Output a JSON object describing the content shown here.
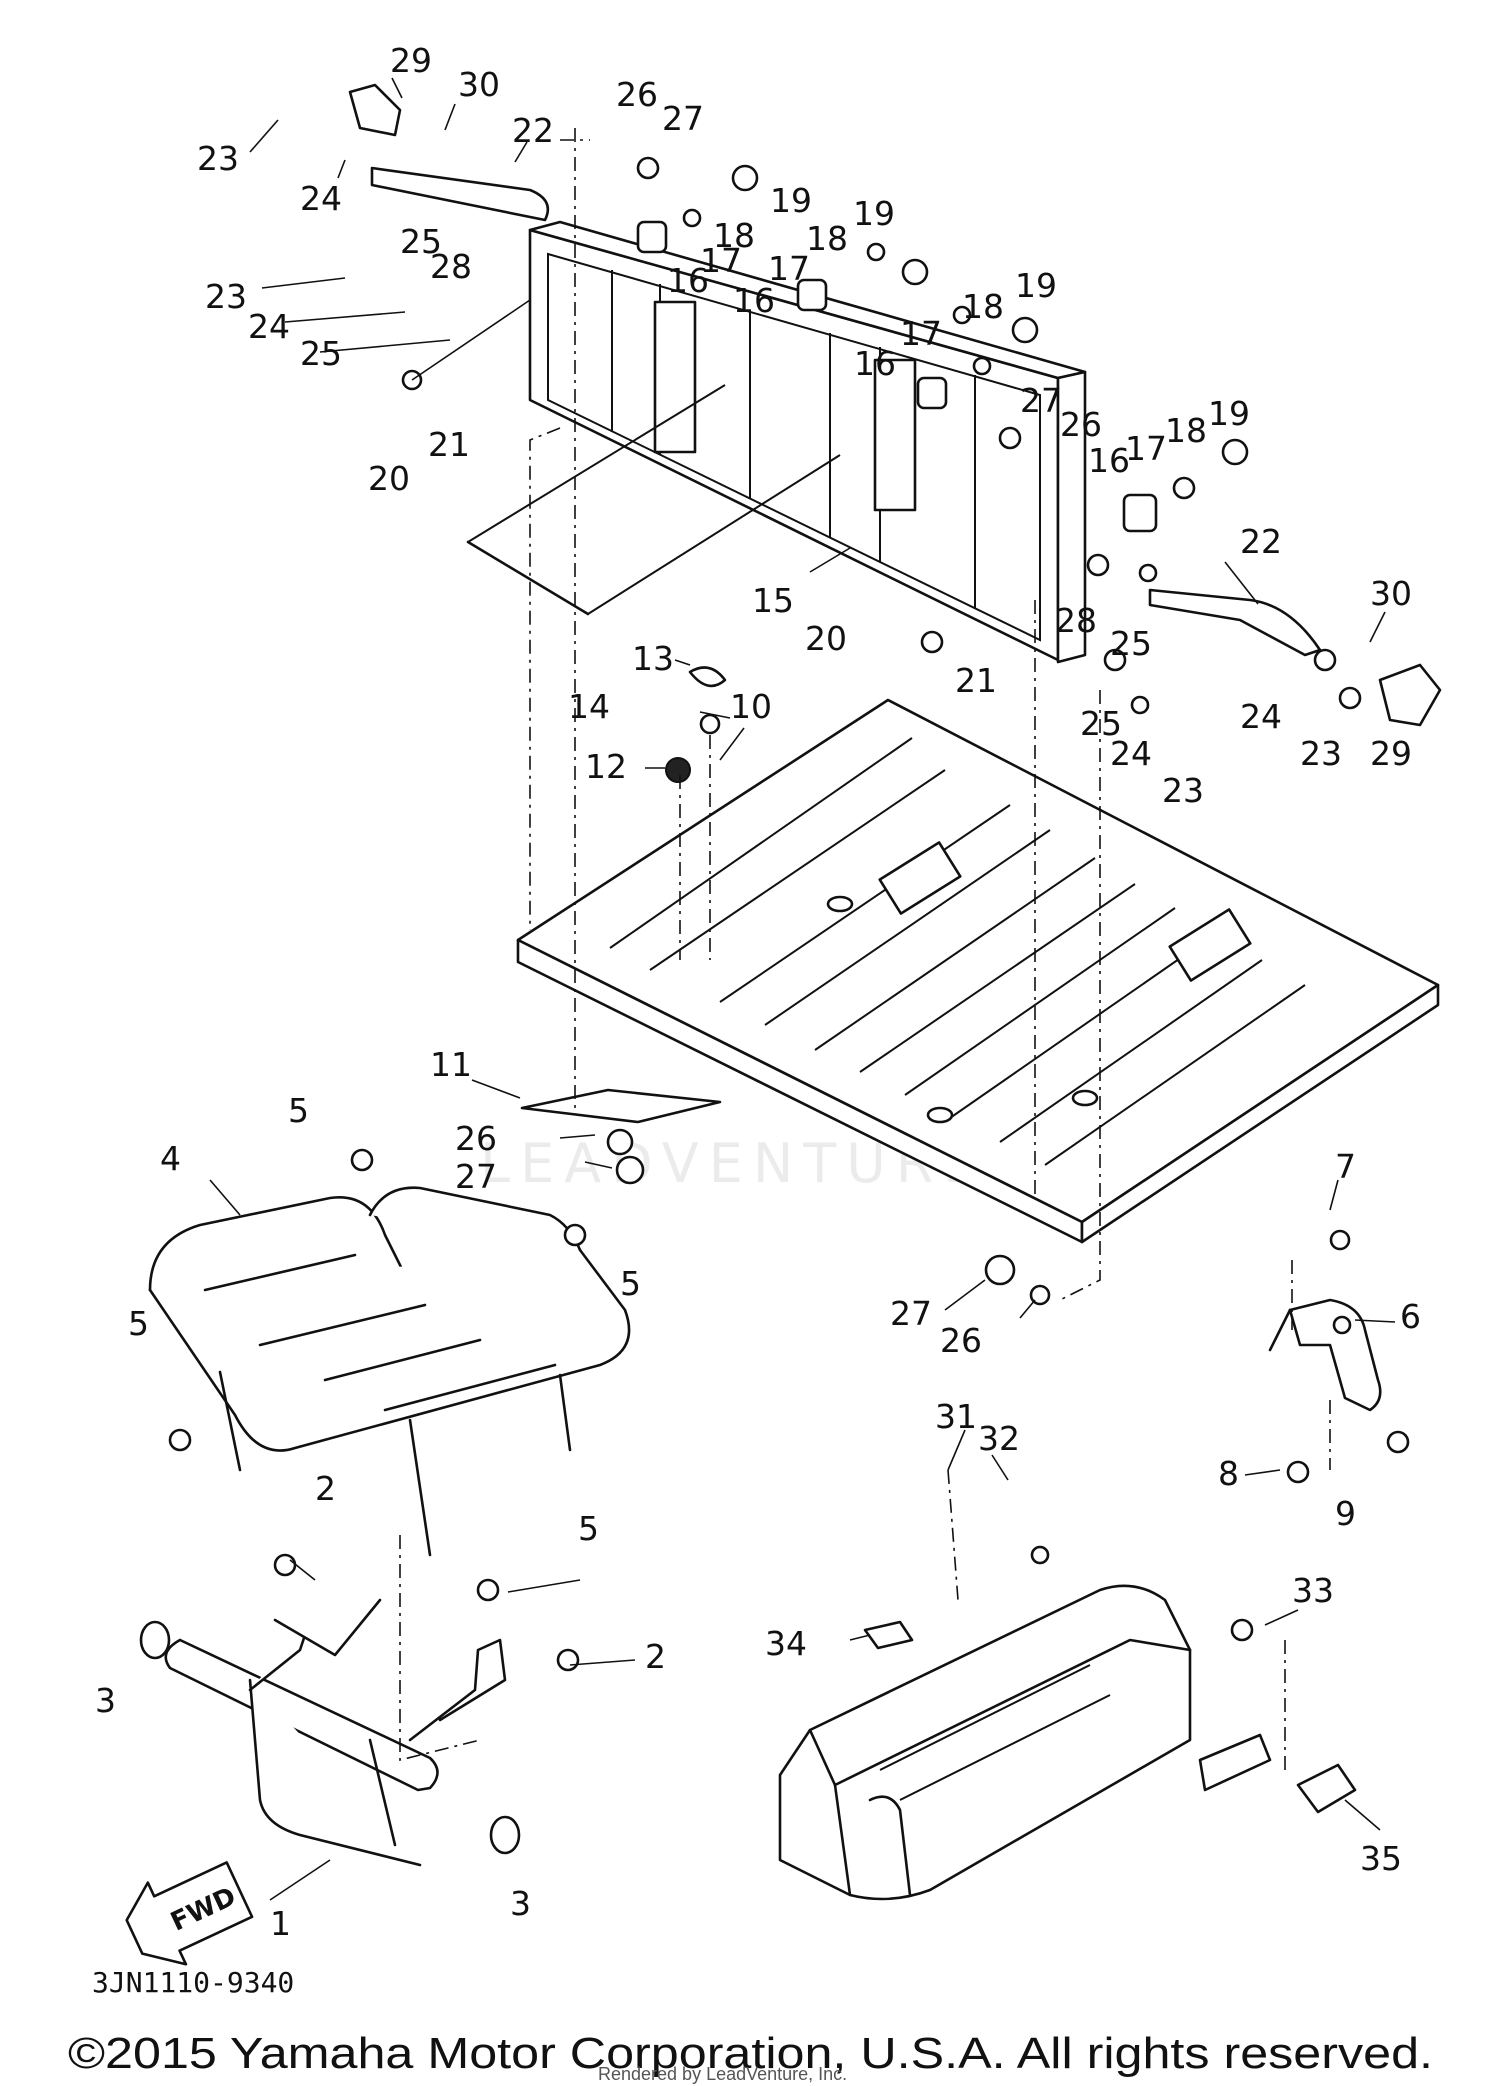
{
  "diagram": {
    "callouts": [
      {
        "id": "c29a",
        "text": "29"
      },
      {
        "id": "c30a",
        "text": "30"
      },
      {
        "id": "c22a",
        "text": "22"
      },
      {
        "id": "c23a",
        "text": "23"
      },
      {
        "id": "c24a",
        "text": "24"
      },
      {
        "id": "c25a",
        "text": "25"
      },
      {
        "id": "c28a",
        "text": "28"
      },
      {
        "id": "c26a",
        "text": "26"
      },
      {
        "id": "c27a",
        "text": "27"
      },
      {
        "id": "c19a",
        "text": "19"
      },
      {
        "id": "c18a",
        "text": "18"
      },
      {
        "id": "c17a",
        "text": "17"
      },
      {
        "id": "c16a",
        "text": "16"
      },
      {
        "id": "c19b",
        "text": "19"
      },
      {
        "id": "c18b",
        "text": "18"
      },
      {
        "id": "c17b",
        "text": "17"
      },
      {
        "id": "c16b",
        "text": "16"
      },
      {
        "id": "c19c",
        "text": "19"
      },
      {
        "id": "c18c",
        "text": "18"
      },
      {
        "id": "c17c",
        "text": "17"
      },
      {
        "id": "c16c",
        "text": "16"
      },
      {
        "id": "c23b",
        "text": "23"
      },
      {
        "id": "c24b",
        "text": "24"
      },
      {
        "id": "c25b",
        "text": "25"
      },
      {
        "id": "c20a",
        "text": "20"
      },
      {
        "id": "c21a",
        "text": "21"
      },
      {
        "id": "c27b",
        "text": "27"
      },
      {
        "id": "c26b",
        "text": "26"
      },
      {
        "id": "c19d",
        "text": "19"
      },
      {
        "id": "c18d",
        "text": "18"
      },
      {
        "id": "c17d",
        "text": "17"
      },
      {
        "id": "c16d",
        "text": "16"
      },
      {
        "id": "c15",
        "text": "15"
      },
      {
        "id": "c22b",
        "text": "22"
      },
      {
        "id": "c30b",
        "text": "30"
      },
      {
        "id": "c28b",
        "text": "28"
      },
      {
        "id": "c25c",
        "text": "25"
      },
      {
        "id": "c20b",
        "text": "20"
      },
      {
        "id": "c21b",
        "text": "21"
      },
      {
        "id": "c24c",
        "text": "24"
      },
      {
        "id": "c23c",
        "text": "23"
      },
      {
        "id": "c29b",
        "text": "29"
      },
      {
        "id": "c25d",
        "text": "25"
      },
      {
        "id": "c24d",
        "text": "24"
      },
      {
        "id": "c23d",
        "text": "23"
      },
      {
        "id": "c13",
        "text": "13"
      },
      {
        "id": "c14",
        "text": "14"
      },
      {
        "id": "c10",
        "text": "10"
      },
      {
        "id": "c12",
        "text": "12"
      },
      {
        "id": "c11",
        "text": "11"
      },
      {
        "id": "c5a",
        "text": "5"
      },
      {
        "id": "c4",
        "text": "4"
      },
      {
        "id": "c26c",
        "text": "26"
      },
      {
        "id": "c27c",
        "text": "27"
      },
      {
        "id": "c5b",
        "text": "5"
      },
      {
        "id": "c5c",
        "text": "5"
      },
      {
        "id": "c7",
        "text": "7"
      },
      {
        "id": "c6",
        "text": "6"
      },
      {
        "id": "c27d",
        "text": "27"
      },
      {
        "id": "c26d",
        "text": "26"
      },
      {
        "id": "c8",
        "text": "8"
      },
      {
        "id": "c9",
        "text": "9"
      },
      {
        "id": "c31",
        "text": "31"
      },
      {
        "id": "c32",
        "text": "32"
      },
      {
        "id": "c2a",
        "text": "2"
      },
      {
        "id": "c5d",
        "text": "5"
      },
      {
        "id": "c33",
        "text": "33"
      },
      {
        "id": "c34",
        "text": "34"
      },
      {
        "id": "c2b",
        "text": "2"
      },
      {
        "id": "c3a",
        "text": "3"
      },
      {
        "id": "c35",
        "text": "35"
      },
      {
        "id": "c3b",
        "text": "3"
      },
      {
        "id": "c1",
        "text": "1"
      }
    ],
    "fwd_label": "FWD",
    "watermark": "LEADVENTURE",
    "drawing_code": "3JN1110-9340",
    "copyright": "©2015 Yamaha Motor Corporation, U.S.A. All rights reserved.",
    "rendered_by": "Rendered by LeadVenture, Inc."
  }
}
